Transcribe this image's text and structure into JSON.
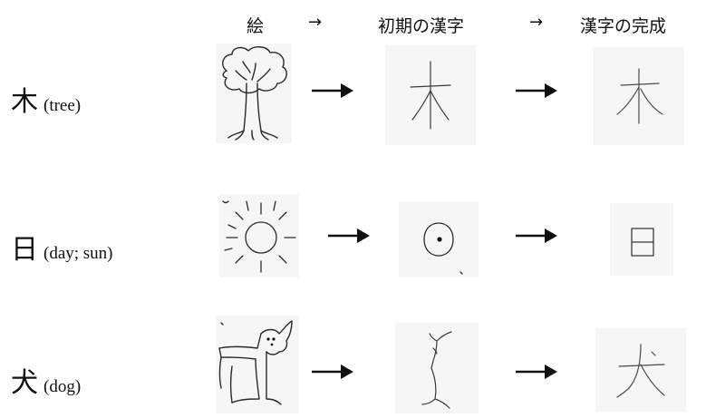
{
  "header": {
    "col_picture": "絵",
    "col_early": "初期の漢字",
    "col_complete": "漢字の完成",
    "arrow_1": "→",
    "arrow_2": "→"
  },
  "rows": [
    {
      "kanji": "木",
      "gloss": "(tree)",
      "picture_icon": "tree-drawing",
      "early_icon": "early-tree-glyph",
      "complete_icon": "kanji-ki"
    },
    {
      "kanji": "日",
      "gloss": "(day; sun)",
      "picture_icon": "sun-drawing",
      "early_icon": "early-sun-glyph",
      "complete_icon": "kanji-hi"
    },
    {
      "kanji": "犬",
      "gloss": "(dog)",
      "picture_icon": "dog-drawing",
      "early_icon": "early-dog-glyph",
      "complete_icon": "kanji-inu"
    }
  ]
}
